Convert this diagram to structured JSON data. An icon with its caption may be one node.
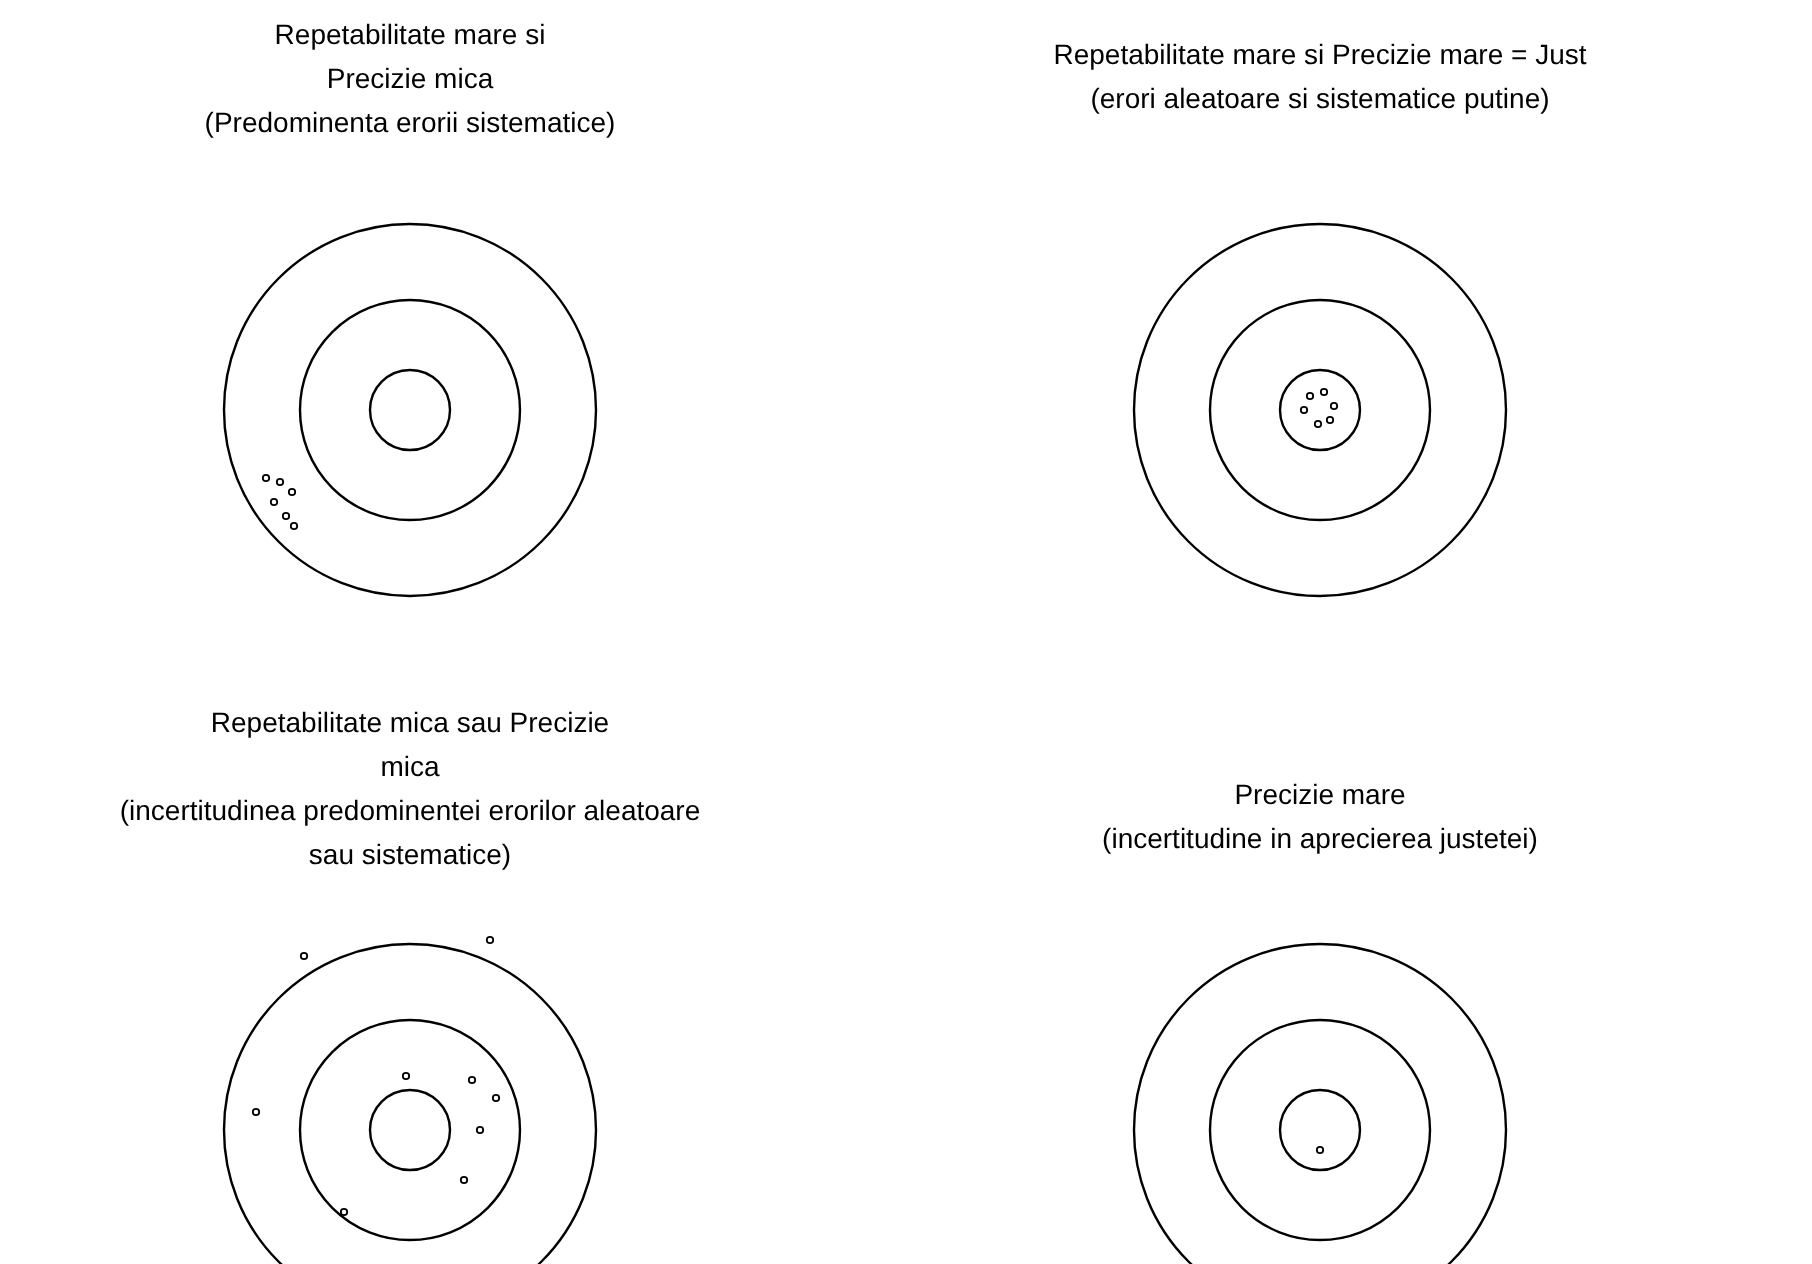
{
  "diagram": {
    "labels": [
      "Repetabilitate mare si Precizie mica",
      "(Predominenta erorii sistematice)",
      "Repetabilitate mare si Precizie mare = Just",
      "(erori aleatoare si sistematice putine)",
      "Repetabilitate mica sau Precizie mica",
      "(incertitudinea predominentei erorilor aleatoare sau sistematice)",
      "Precizie mare",
      "(incertitudine in aprecierea justetei)"
    ]
  }
}
